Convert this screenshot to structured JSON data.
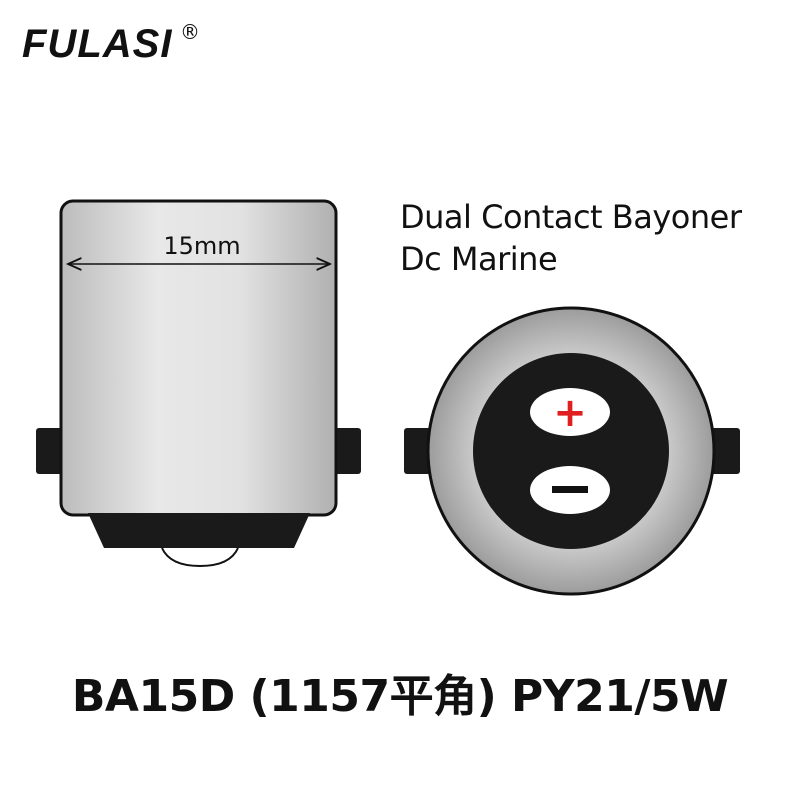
{
  "brand": {
    "name": "FULASI",
    "registered_mark": "®"
  },
  "bulb_side": {
    "dimension_label": "15mm"
  },
  "bulb_end": {
    "positive_symbol": "+",
    "negative_symbol": "−"
  },
  "description": {
    "line1": "Dual Contact Bayoner",
    "line2": "Dc Marine"
  },
  "model_label": "BA15D (1157平角) PY21/5W",
  "colors": {
    "positive": "#e02020",
    "metal_light": "#e2e2e2",
    "metal_dark": "#b4b4b4",
    "outline": "#111111"
  }
}
